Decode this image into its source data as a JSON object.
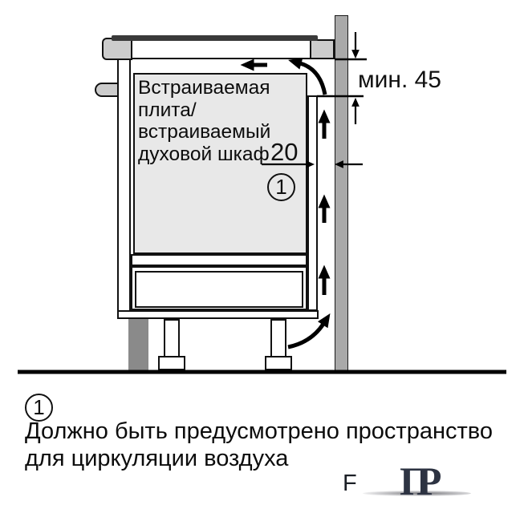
{
  "diagram": {
    "appliance_label_lines": [
      "Встраиваемая",
      "плита/",
      "встраиваемый",
      "духовой шкаф"
    ],
    "dimensions": {
      "wall_gap_top": "мин. 45",
      "rear_gap": "20"
    },
    "callout_marker": "1"
  },
  "footnote": {
    "marker": "1",
    "text_lines": [
      "Должно быть предусмотрено пространство",
      "для циркуляции воздуха"
    ]
  },
  "watermark": {
    "letter": "F",
    "monogram": "ПР"
  },
  "colors": {
    "wall_gray": "#a9a9a9",
    "trim_gray": "#cccccc",
    "oven_gray": "#e8e8e8",
    "plinth_gray": "#8a8a8a",
    "hob_dark": "#3a3a3a",
    "outline": "#111111",
    "watermark_navy": "#2d3342"
  }
}
